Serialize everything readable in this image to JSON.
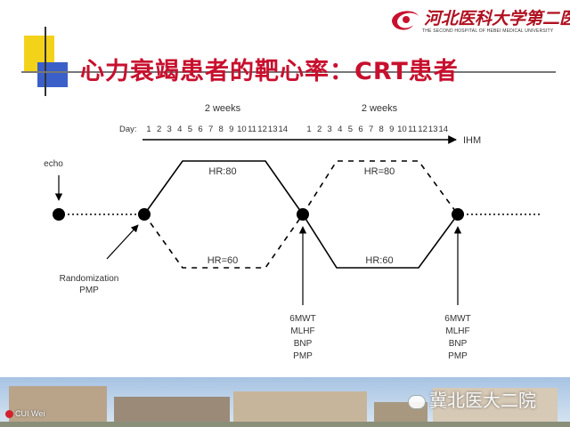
{
  "header": {
    "title": "心力衰竭患者的靶心率：CRT患者",
    "logo_cn": "河北医科大学第二医院",
    "logo_en": "THE SECOND HOSPITAL OF HEBEI MEDICAL UNIVERSITY"
  },
  "diagram": {
    "period_label_1": "2 weeks",
    "period_label_2": "2 weeks",
    "day_prefix": "Day:",
    "days": [
      "1",
      "2",
      "3",
      "4",
      "5",
      "6",
      "7",
      "8",
      "9",
      "10",
      "11",
      "12",
      "13",
      "14"
    ],
    "ihm_label": "IHM",
    "echo_label": "echo",
    "hr_high_1": "HR:80",
    "hr_low_1": "HR=60",
    "hr_high_2": "HR=80",
    "hr_low_2": "HR:60",
    "randomization_label": "Randomization",
    "randomization_sub": "PMP",
    "assessments_1": [
      "6MWT",
      "MLHF",
      "BNP",
      "PMP"
    ],
    "assessments_2": [
      "6MWT",
      "MLHF",
      "BNP",
      "PMP"
    ]
  },
  "footer": {
    "credit": "CUI Wei",
    "brand": "冀北医大二院"
  }
}
